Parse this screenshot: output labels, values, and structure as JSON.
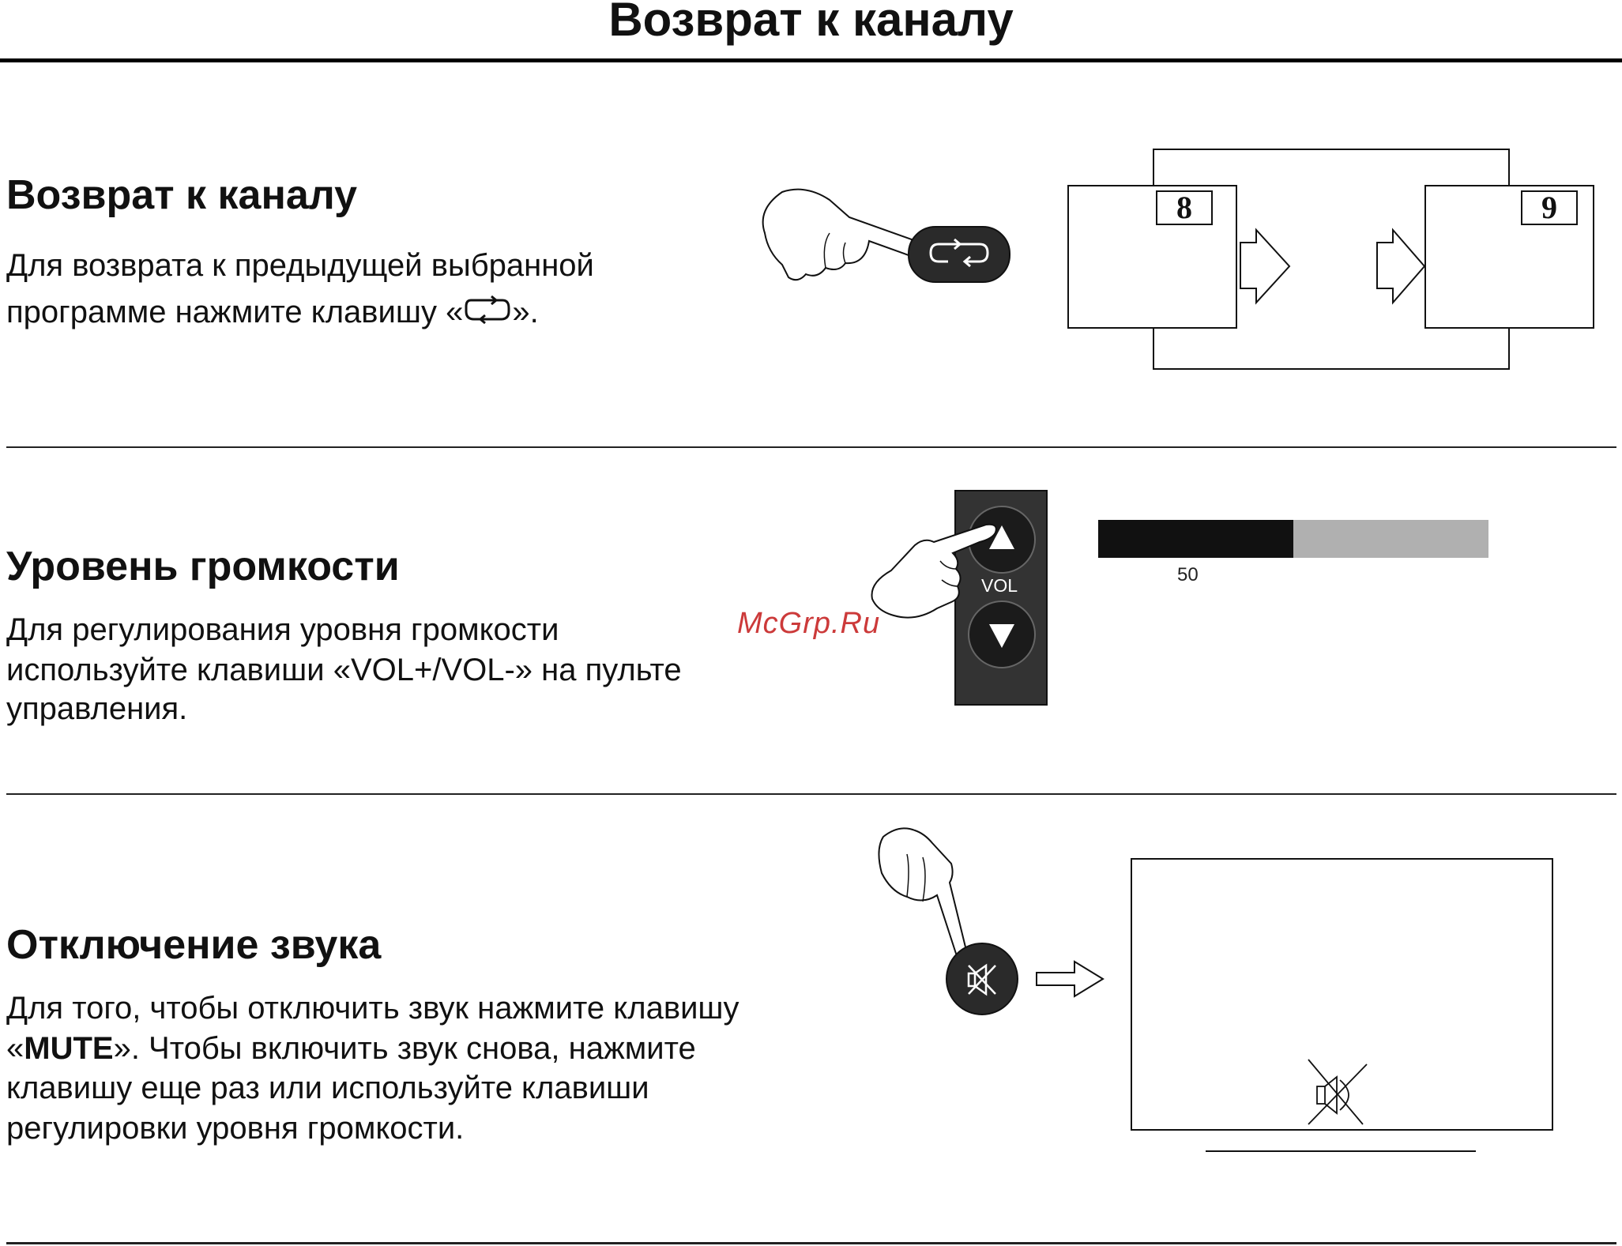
{
  "header": {
    "title": "Возврат к каналу"
  },
  "sections": [
    {
      "heading": "Возврат к каналу",
      "text_line1": "Для возврата к предыдущей выбранной",
      "text_line2_before": "программе нажмите клавишу «",
      "text_line2_after": "».",
      "icon": "channel-return-icon",
      "channels": [
        "8",
        "9"
      ]
    },
    {
      "heading": "Уровень громкости",
      "lines": [
        "Для регулирования уровня громкости",
        "используйте клавиши «VOL+/VOL-» на пульте",
        "управления."
      ],
      "vol_label": "VOL",
      "volume_value": "50",
      "volume_fraction": 0.5
    },
    {
      "heading": "Отключение звука",
      "line1": "Для того, чтобы отключить звук нажмите клавишу",
      "line2_pre": "«",
      "line2_bold": "MUTE",
      "line2_post": "». Чтобы включить звук снова, нажмите",
      "line3": "клавишу еще раз или используйте клавиши",
      "line4": "регулировки уровня громкости."
    }
  ],
  "watermark": "McGrp.Ru",
  "colors": {
    "button": "#2a2a2a",
    "bar_fill": "#111111",
    "bar_track": "#b0b0b0",
    "watermark": "#cc3a3a"
  }
}
